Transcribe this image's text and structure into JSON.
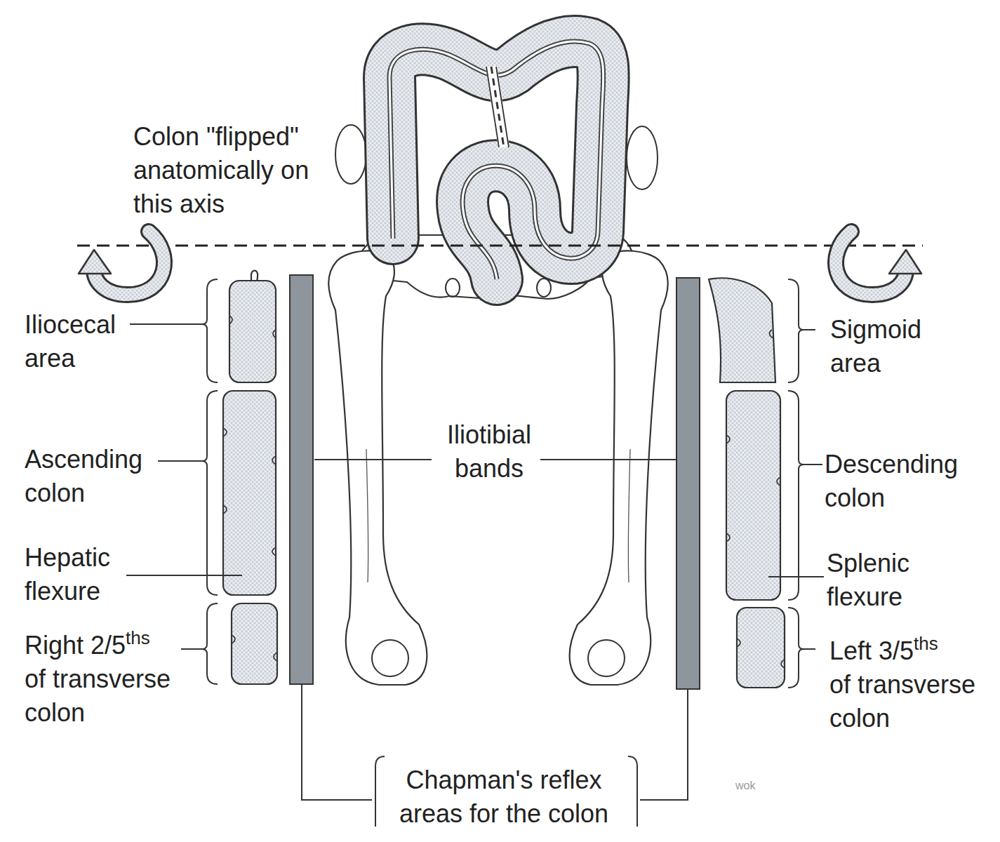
{
  "diagram": {
    "labels": [
      "Colon \"flipped\" anatomically on this axis",
      "Iliocecal area",
      "Sigmoid area",
      "Ascending colon",
      "Iliotibial bands",
      "Descending colon",
      "Hepatic flexure",
      "Splenic flexure",
      "Right 2/5ths of transverse colon",
      "Left 3/5ths of transverse colon",
      "Chapman's reflex areas for the colon",
      "wok"
    ]
  }
}
